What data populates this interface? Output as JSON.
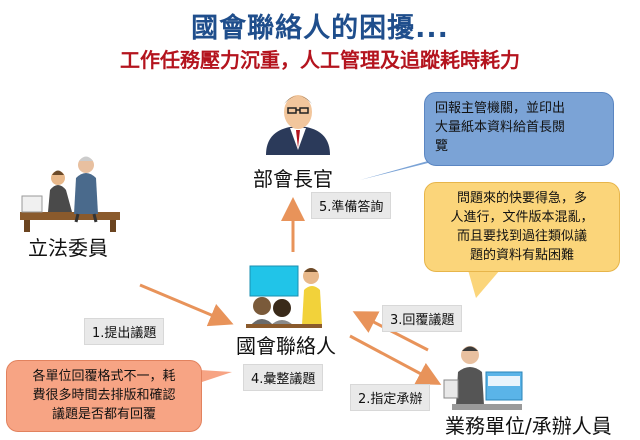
{
  "header": {
    "title": "國會聯絡人的困擾...",
    "subtitle": "工作任務壓力沉重，人工管理及追蹤耗時耗力"
  },
  "nodes": {
    "supervisor": "部會長官",
    "legislator": "立法委員",
    "liaison": "國會聯絡人",
    "business_unit": "業務單位/承辦人員"
  },
  "steps": {
    "step1": "1.提出議題",
    "step2": "2.指定承辦",
    "step3": "3.回覆議題",
    "step4": "4.彙整議題",
    "step5": "5.準備答詢"
  },
  "callouts": {
    "supervisor_note": [
      "回報主管機關，並印出",
      "大量紙本資料給首長閱",
      "覽"
    ],
    "business_note": [
      "問題來的快要得急，多",
      "人進行，文件版本混亂，",
      "而且要找到過往類似議",
      "題的資料有點困難"
    ],
    "liaison_note": [
      "各單位回覆格式不一，耗",
      "費很多時間去排版和確認",
      "議題是否都有回覆"
    ]
  },
  "colors": {
    "title": "#1f4e8c",
    "subtitle": "#b4141e",
    "arrow": "#e8935a",
    "callout_blue": "#7ba3d6",
    "callout_yellow": "#fbd57a",
    "callout_orange": "#f7a484"
  }
}
